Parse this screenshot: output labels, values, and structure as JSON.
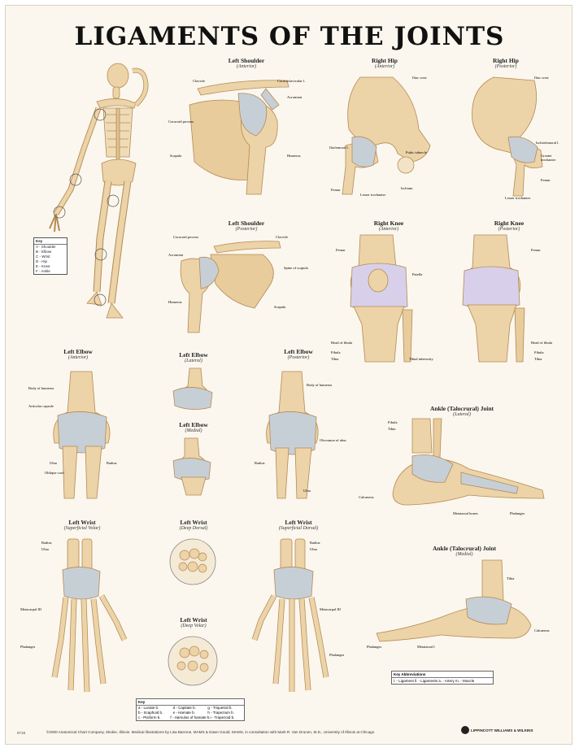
{
  "poster": {
    "title": "LIGAMENTS OF THE JOINTS",
    "code": "9719",
    "footer": "©2000 Anatomical Chart Company, Skokie, Illinois. Medical illustrations by Lisa Barrone, MAMS & Dawn Gould, MAMS, in consultation with Mark R. Van Drunen, M.D., University of Illinois at Chicago",
    "publisher": "LIPPINCOTT WILLIAMS & WILKINS"
  },
  "body_key": {
    "title": "Key",
    "rows": [
      "A - Shoulder",
      "B - Elbow",
      "C - Wrist",
      "D - Hip",
      "E - Knee",
      "F - Ankle"
    ]
  },
  "panels": [
    {
      "id": "left-shoulder-anterior",
      "title": "Left Shoulder",
      "view": "(Anterior)"
    },
    {
      "id": "right-hip-anterior",
      "title": "Right Hip",
      "view": "(Anterior)"
    },
    {
      "id": "right-hip-posterior",
      "title": "Right Hip",
      "view": "(Posterior)"
    },
    {
      "id": "left-shoulder-posterior",
      "title": "Left Shoulder",
      "view": "(Posterior)"
    },
    {
      "id": "right-knee-anterior",
      "title": "Right Knee",
      "view": "(Anterior)"
    },
    {
      "id": "right-knee-posterior",
      "title": "Right Knee",
      "view": "(Posterior)"
    },
    {
      "id": "left-elbow-anterior",
      "title": "Left Elbow",
      "view": "(Anterior)"
    },
    {
      "id": "left-elbow-lateral",
      "title": "Left Elbow",
      "view": "(Lateral)"
    },
    {
      "id": "left-elbow-medial",
      "title": "Left Elbow",
      "view": "(Medial)"
    },
    {
      "id": "left-elbow-posterior",
      "title": "Left Elbow",
      "view": "(Posterior)"
    },
    {
      "id": "ankle-lateral",
      "title": "Ankle (Talocrural) Joint",
      "view": "(Lateral)"
    },
    {
      "id": "left-wrist-superficial-volar",
      "title": "Left Wrist",
      "view": "(Superficial Volar)"
    },
    {
      "id": "left-wrist-deep-dorsal",
      "title": "Left Wrist",
      "view": "(Deep Dorsal)"
    },
    {
      "id": "left-wrist-superficial-dorsal",
      "title": "Left Wrist",
      "view": "(Superficial Dorsal)"
    },
    {
      "id": "left-wrist-deep-volar",
      "title": "Left Wrist",
      "view": "(Deep Volar)"
    },
    {
      "id": "ankle-medial",
      "title": "Ankle (Talocrural) Joint",
      "view": "(Medial)"
    }
  ],
  "labels": {
    "shoulder_ant": [
      "Clavicle",
      "Coracoid process",
      "Scapula",
      "Humerus",
      "Acromion",
      "Coracoclavicular l."
    ],
    "hip_ant": [
      "Iliac crest",
      "Iliofemoral l.",
      "Pubic tubercle",
      "Femur",
      "Lesser trochanter",
      "Ischium"
    ],
    "hip_post": [
      "Iliac crest",
      "Ischiofemoral l.",
      "Greater trochanter",
      "Femur",
      "Lesser trochanter"
    ],
    "shoulder_post": [
      "Coracoid process",
      "Clavicle",
      "Acromion",
      "Spine of scapula",
      "Humerus",
      "Scapula"
    ],
    "knee_ant": [
      "Femur",
      "Patella",
      "Fibula",
      "Tibia",
      "Head of fibula",
      "Tibial tuberosity"
    ],
    "knee_post": [
      "Femur",
      "Fibula",
      "Tibia",
      "Head of fibula"
    ],
    "elbow_ant": [
      "Body of humerus",
      "Articular capsule",
      "Radius",
      "Ulna",
      "Oblique cord"
    ],
    "elbow_post": [
      "Body of humerus",
      "Olecranon of ulna",
      "Radius",
      "Ulna"
    ],
    "ankle_lat": [
      "Fibula",
      "Tibia",
      "Calcaneus",
      "Metatarsal bones",
      "Phalanges"
    ],
    "wrist_vol": [
      "Radius",
      "Ulna",
      "Metacarpal III",
      "Phalanges"
    ],
    "wrist_dors": [
      "Radius",
      "Ulna",
      "Metacarpal III",
      "Phalanges"
    ],
    "ankle_med": [
      "Tibia",
      "Calcaneus",
      "Phalanges",
      "Metatarsal I"
    ]
  },
  "abbreviations": {
    "title": "Key Abbreviations",
    "text": "l. - Ligament   ll. - Ligaments   a. - Artery   m. - Muscle"
  },
  "wrist_key": {
    "title": "Key",
    "rows": [
      [
        "a - Lunate b.",
        "d - Capitate b.",
        "g - Triquetral b."
      ],
      [
        "b - Scaphoid b.",
        "e - Hamate b.",
        "h - Trapezium b."
      ],
      [
        "c - Pisiform b.",
        "f - Hamulus of hamate b.",
        "i - Trapezoid b."
      ]
    ]
  },
  "colors": {
    "bone": "#ecd3a8",
    "bone_shadow": "#c9a26a",
    "ligament": "#c7cfd6",
    "cartilage": "#d8d0ea",
    "background": "#fbf7ee"
  }
}
